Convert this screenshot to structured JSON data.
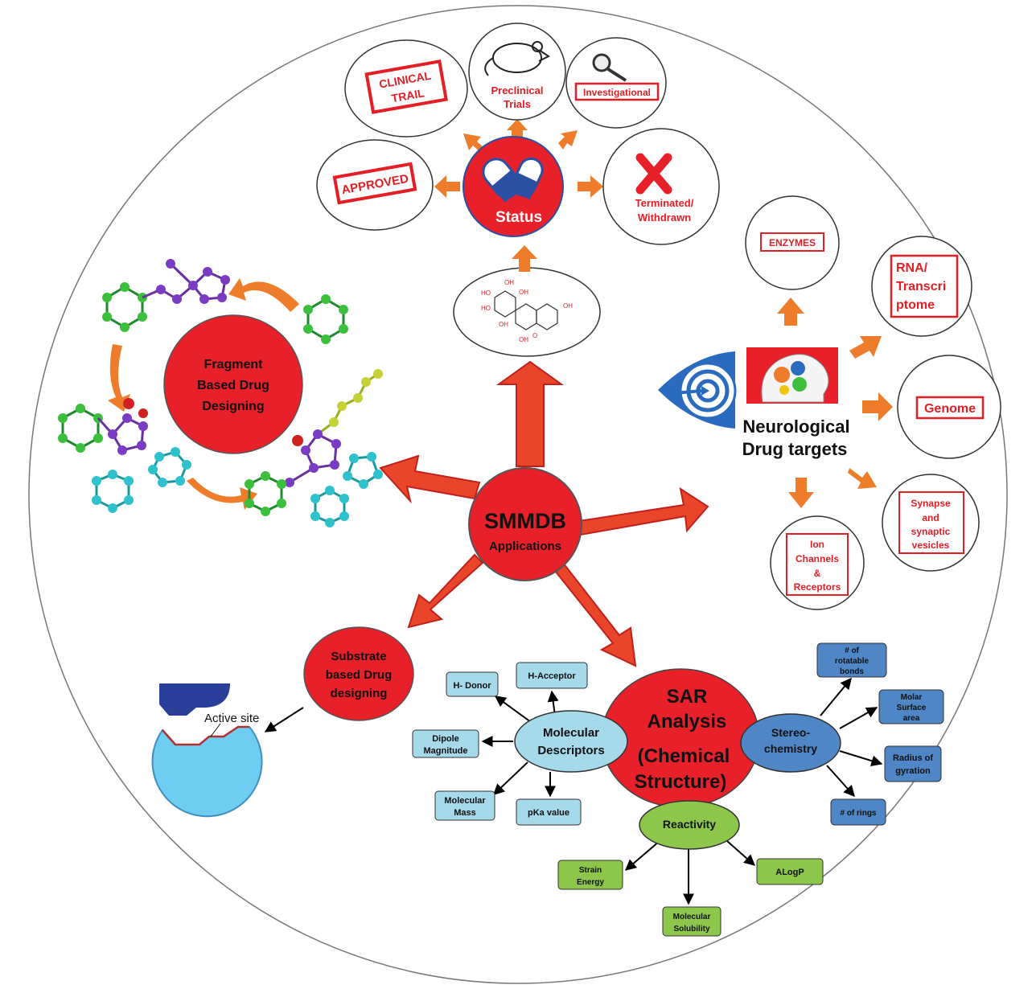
{
  "center": {
    "title": "SMMDB",
    "subtitle": "Applications"
  },
  "status": {
    "label": "Status",
    "icon": "capsule-pills-icon",
    "molecule_icon": "flavonoid-structure-icon",
    "molecule_labels": [
      "OH",
      "OH",
      "HO",
      "HO",
      "OH",
      "OH",
      "OH",
      "O"
    ],
    "items": {
      "clinical_trail": [
        "CLINICAL",
        "TRAIL"
      ],
      "preclinical": [
        "Preclinical",
        "Trials"
      ],
      "investigational": "Investigational",
      "approved": "APPROVED",
      "terminated": [
        "Terminated/",
        "Withdrawn"
      ]
    }
  },
  "fragment": {
    "title": [
      "Fragment",
      "Based Drug",
      "Designing"
    ]
  },
  "targets": {
    "title": [
      "Neurological",
      "Drug targets"
    ],
    "icon": "target-eye-icon",
    "head_icon": "head-gears-icon",
    "items": {
      "enzymes": "ENZYMES",
      "rna": [
        "RNA/",
        "Transcri",
        "ptome"
      ],
      "genome": "Genome",
      "synapse": [
        "Synapse",
        "and",
        "synaptic",
        "vesicles"
      ],
      "ion": [
        "Ion",
        "Channels",
        "&",
        "Receptors"
      ]
    }
  },
  "substrate": {
    "title": [
      "Substrate",
      "based Drug",
      "designing"
    ],
    "active_site": "Active site"
  },
  "sar": {
    "title": [
      "SAR",
      "Analysis",
      "(Chemical",
      "Structure)"
    ],
    "molecular_descriptors": {
      "label": [
        "Molecular",
        "Descriptors"
      ],
      "items": {
        "h_donor": "H- Donor",
        "h_acceptor": "H-Acceptor",
        "dipole": [
          "Dipole",
          "Magnitude"
        ],
        "mass": [
          "Molecular",
          "Mass"
        ],
        "pka": "pKa value"
      }
    },
    "stereochemistry": {
      "label": [
        "Stereo-",
        "chemistry"
      ],
      "items": {
        "rotatable": [
          "# of",
          "rotatable",
          "bonds"
        ],
        "surface": [
          "Molar",
          "Surface",
          "area"
        ],
        "gyration": [
          "Radius of",
          "gyration"
        ],
        "rings": "# of rings"
      }
    },
    "reactivity": {
      "label": "Reactivity",
      "items": {
        "strain": [
          "Strain",
          "Energy"
        ],
        "solubility": [
          "Molecular",
          "Solubility"
        ],
        "alogp": "ALogP"
      }
    }
  },
  "colors": {
    "red": "#e8202a",
    "orange": "#ee7d2b",
    "light_blue": "#a6d9ea",
    "mid_blue": "#4f86c6",
    "green": "#8cc64a",
    "stamp_red": "#e31e25"
  }
}
